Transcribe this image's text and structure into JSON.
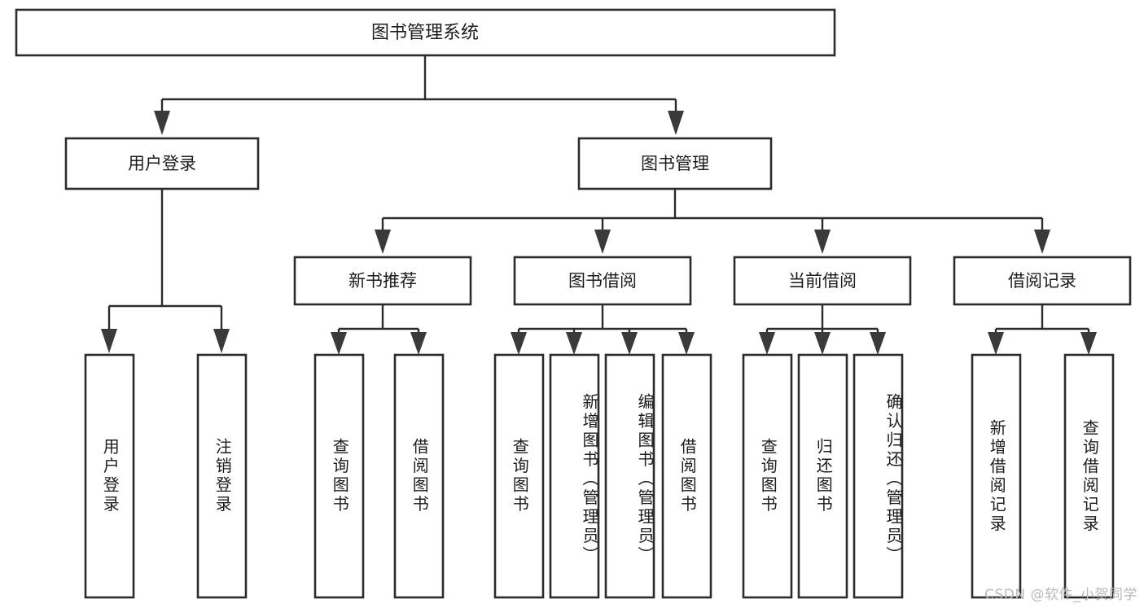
{
  "diagram": {
    "type": "tree-hierarchy",
    "orientation": "top-down",
    "title": "图书管理系统",
    "watermark": "CSDN @软件_小贺同学",
    "colors": {
      "background": "#ffffff",
      "box_stroke": "#2b2b2b",
      "box_fill": "#ffffff",
      "text": "#1c1c1c",
      "watermark": "#b9b9b9"
    },
    "levels": {
      "root": "图书管理系统",
      "level2": [
        "用户登录",
        "图书管理"
      ],
      "level3": [
        "新书推荐",
        "图书借阅",
        "当前借阅",
        "借阅记录"
      ]
    },
    "nodes": {
      "root": {
        "label": "图书管理系统"
      },
      "user_login": {
        "label": "用户登录"
      },
      "book_manage": {
        "label": "图书管理"
      },
      "new_book_rec": {
        "label": "新书推荐"
      },
      "book_borrow": {
        "label": "图书借阅"
      },
      "current_borrow": {
        "label": "当前借阅"
      },
      "borrow_record": {
        "label": "借阅记录"
      }
    },
    "leaves": {
      "user_login": [
        {
          "label": "用户登录"
        },
        {
          "label": "注销登录"
        }
      ],
      "new_book_rec": [
        {
          "label": "查询图书"
        },
        {
          "label": "借阅图书"
        }
      ],
      "book_borrow": [
        {
          "label": "查询图书"
        },
        {
          "label": "新增图书（管理员）"
        },
        {
          "label": "编辑图书（管理员）"
        },
        {
          "label": "借阅图书"
        }
      ],
      "current_borrow": [
        {
          "label": "查询图书"
        },
        {
          "label": "归还图书"
        },
        {
          "label": "确认归还（管理员）"
        }
      ],
      "borrow_record": [
        {
          "label": "新增借阅记录"
        },
        {
          "label": "查询借阅记录"
        }
      ]
    }
  }
}
